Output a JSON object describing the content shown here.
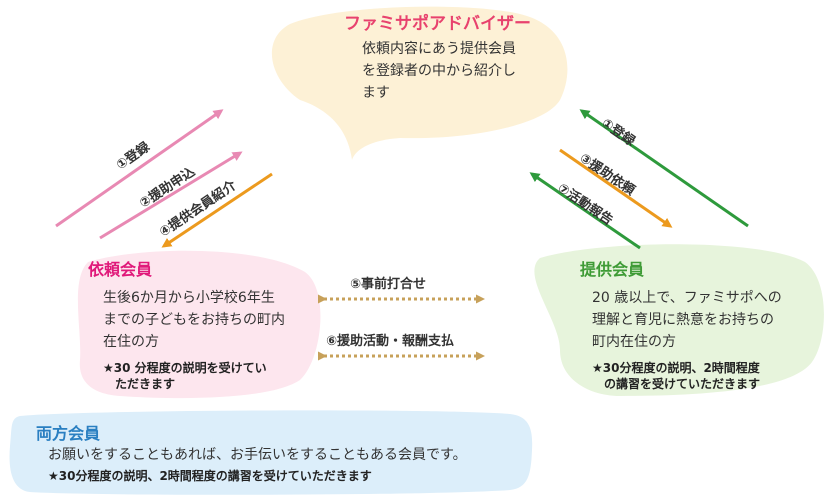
{
  "advisor": {
    "title": "ファミサポアドバイザー",
    "desc_lines": [
      "依頼内容にあう提供会員",
      "を登録者の中から紹介し",
      "ます"
    ]
  },
  "requester": {
    "title": "依頼会員",
    "desc_lines": [
      "生後6か月から小学校6年生",
      "までの子どもをお持ちの町内",
      "在住の方"
    ],
    "note_lines": [
      "★30 分程度の説明を受けてい",
      "　ただきます"
    ]
  },
  "provider": {
    "title": "提供会員",
    "desc_lines": [
      "20 歳以上で、ファミサポへの",
      "理解と育児に熱意をお持ちの",
      "町内在住の方"
    ],
    "note_lines": [
      "★30分程度の説明、2時間程度",
      "　の講習を受けていただきます"
    ]
  },
  "both": {
    "title": "両方会員",
    "desc": "お願いをすることもあれば、お手伝いをすることもある会員です。",
    "note": "★30分程度の説明、2時間程度の講習を受けていただきます"
  },
  "arrows": {
    "left_register": "①登録",
    "left_request": "②援助申込",
    "left_introduce": "④提供会員紹介",
    "right_register": "①登録",
    "right_request": "③援助依頼",
    "right_report": "⑦活動報告",
    "meeting": "⑤事前打合せ",
    "activity": "⑥援助活動・報酬支払"
  },
  "colors": {
    "pink": "#e889b3",
    "orange": "#ec9a1e",
    "green": "#2e9a3c",
    "brown": "#c7a15a",
    "advisor_title": "#e8426e",
    "requester_title": "#e0197a",
    "provider_title": "#3f9b36",
    "both_title": "#2a7fc1"
  }
}
